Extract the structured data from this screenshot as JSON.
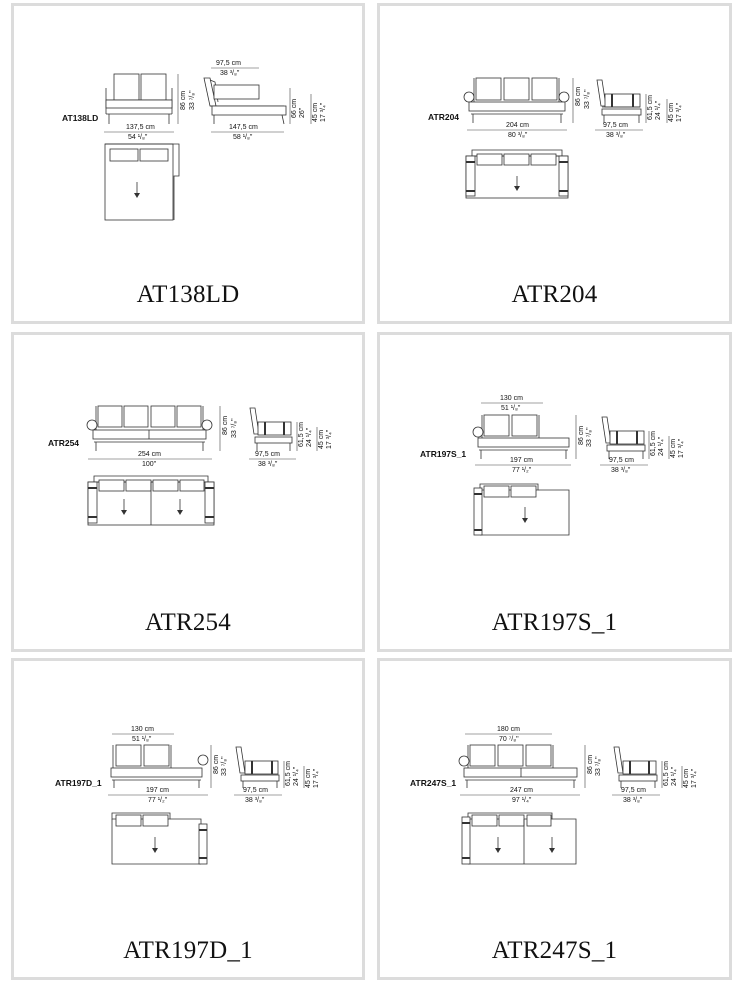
{
  "page": {
    "background": "#ffffff",
    "panel_border": "#dcdcdc"
  },
  "panels": [
    {
      "title": "AT138LD",
      "code": "AT138LD",
      "dims": {
        "front_width_cm": "137,5 cm",
        "front_width_in": "54 ¹/₈\"",
        "height_cm": "86 cm",
        "height_in": "33 ⁷/₈\"",
        "depth_cm": "97,5 cm",
        "depth_in": "38 ³/₈\"",
        "side_length_cm": "147,5 cm",
        "side_length_in": "58 ¹/₈\"",
        "arm_height_cm": "66 cm",
        "arm_height_in": "26\"",
        "seat_height_cm": "45 cm",
        "seat_height_in": "17 ³/₄\""
      }
    },
    {
      "title": "ATR204",
      "code": "ATR204",
      "dims": {
        "width_cm": "204 cm",
        "width_in": "80 ³/₈\"",
        "height_cm": "86 cm",
        "height_in": "33 ⁷/₈\"",
        "depth_cm": "97,5 cm",
        "depth_in": "38 ³/₈\"",
        "arm_height_cm": "61,5 cm",
        "arm_height_in": "24 ¹/₄\"",
        "seat_height_cm": "45 cm",
        "seat_height_in": "17 ³/₄\""
      }
    },
    {
      "title": "ATR254",
      "code": "ATR254",
      "dims": {
        "width_cm": "254 cm",
        "width_in": "100\"",
        "height_cm": "86 cm",
        "height_in": "33 ⁷/₈\"",
        "depth_cm": "97,5 cm",
        "depth_in": "38 ³/₈\"",
        "arm_height_cm": "61,5 cm",
        "arm_height_in": "24 ¹/₄\"",
        "seat_height_cm": "45 cm",
        "seat_height_in": "17 ³/₄\""
      }
    },
    {
      "title": "ATR197S_1",
      "code": "ATR197S_1",
      "dims": {
        "back_width_cm": "130 cm",
        "back_width_in": "51 ¹/₈\"",
        "width_cm": "197 cm",
        "width_in": "77 ¹/₂\"",
        "height_cm": "86 cm",
        "height_in": "33 ⁷/₈\"",
        "depth_cm": "97,5 cm",
        "depth_in": "38 ³/₈\"",
        "arm_height_cm": "61,5 cm",
        "arm_height_in": "24 ¹/₄\"",
        "seat_height_cm": "45 cm",
        "seat_height_in": "17 ³/₄\""
      }
    },
    {
      "title": "ATR197D_1",
      "code": "ATR197D_1",
      "dims": {
        "back_width_cm": "130 cm",
        "back_width_in": "51 ¹/₈\"",
        "width_cm": "197 cm",
        "width_in": "77 ¹/₂\"",
        "height_cm": "86 cm",
        "height_in": "33 ⁷/₈\"",
        "depth_cm": "97,5 cm",
        "depth_in": "38 ³/₈\"",
        "arm_height_cm": "61,5 cm",
        "arm_height_in": "24 ¹/₄\"",
        "seat_height_cm": "45 cm",
        "seat_height_in": "17 ³/₄\""
      }
    },
    {
      "title": "ATR247S_1",
      "code": "ATR247S_1",
      "dims": {
        "back_width_cm": "180 cm",
        "back_width_in": "70 ⁷/₈\"",
        "width_cm": "247 cm",
        "width_in": "97 ¹/₄\"",
        "height_cm": "86 cm",
        "height_in": "33 ⁷/₈\"",
        "depth_cm": "97,5 cm",
        "depth_in": "38 ³/₈\"",
        "arm_height_cm": "61,5 cm",
        "arm_height_in": "24 ¹/₄\"",
        "seat_height_cm": "45 cm",
        "seat_height_in": "17 ³/₄\""
      }
    }
  ]
}
